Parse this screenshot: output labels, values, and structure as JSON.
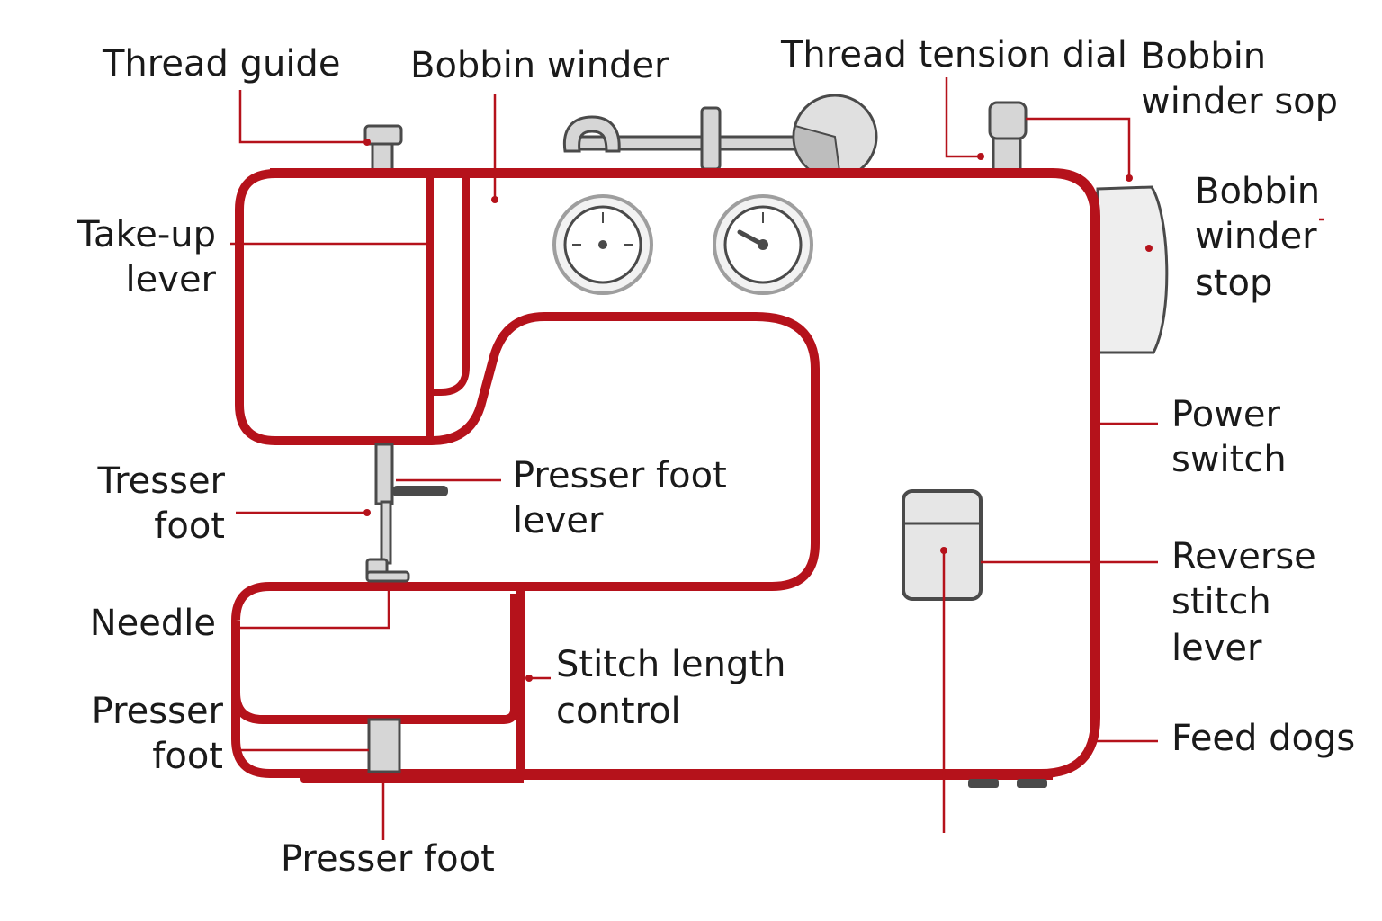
{
  "colors": {
    "accent": "#b5121b",
    "outline": "#4a4a4a",
    "metal": "#d6d6d6"
  },
  "labels": {
    "thread_guide": "Thread guide",
    "bobbin_winder_top": "Bobbin winder",
    "thread_tension_dial": "Thread tension dial",
    "bobbin_winder_sop": [
      "Bobbin",
      "winder sop"
    ],
    "take_up_lever": [
      "Take-up",
      "lever"
    ],
    "bobbin_winder_stop": [
      "Bobbin",
      "winder",
      "stop"
    ],
    "power_switch": [
      "Power",
      "switch"
    ],
    "tresser_foot": [
      "Tresser",
      "foot"
    ],
    "presser_foot_lever": [
      "Presser foot",
      "lever"
    ],
    "reverse_stitch_lever": [
      "Reverse",
      "stitch",
      "lever"
    ],
    "needle": "Needle",
    "stitch_length_control": [
      "Stitch length",
      "control"
    ],
    "presser_foot_left": [
      "Presser",
      "foot"
    ],
    "feed_dogs": "Feed dogs",
    "presser_foot_bottom": "Presser foot"
  }
}
